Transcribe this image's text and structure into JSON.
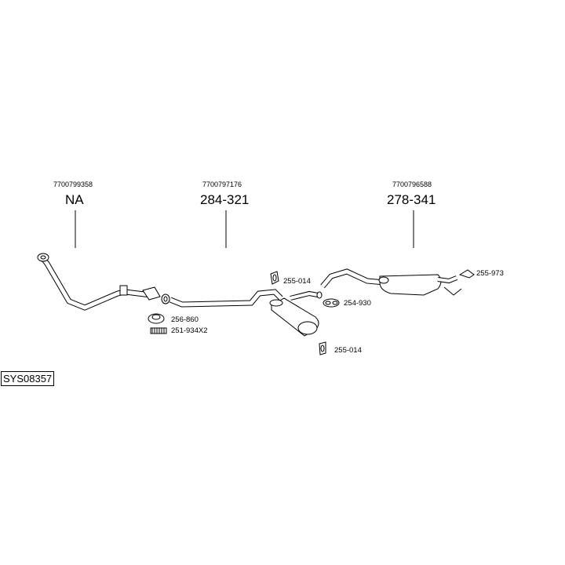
{
  "diagram": {
    "system_code": "SYS08357",
    "sections": [
      {
        "oe_number": "7700799358",
        "part_number": "NA"
      },
      {
        "oe_number": "7700797176",
        "part_number": "284-321"
      },
      {
        "oe_number": "7700796588",
        "part_number": "278-341"
      }
    ],
    "accessories": [
      {
        "part": "255-014",
        "icon": "rubber-hanger-icon"
      },
      {
        "part": "254-930",
        "icon": "gasket-icon"
      },
      {
        "part": "255-973",
        "icon": "rubber-mount-icon"
      },
      {
        "part": "256-860",
        "icon": "flange-ring-icon"
      },
      {
        "part": "251-934X2",
        "icon": "spring-icon"
      },
      {
        "part": "255-014",
        "icon": "rubber-hanger-icon"
      }
    ]
  }
}
